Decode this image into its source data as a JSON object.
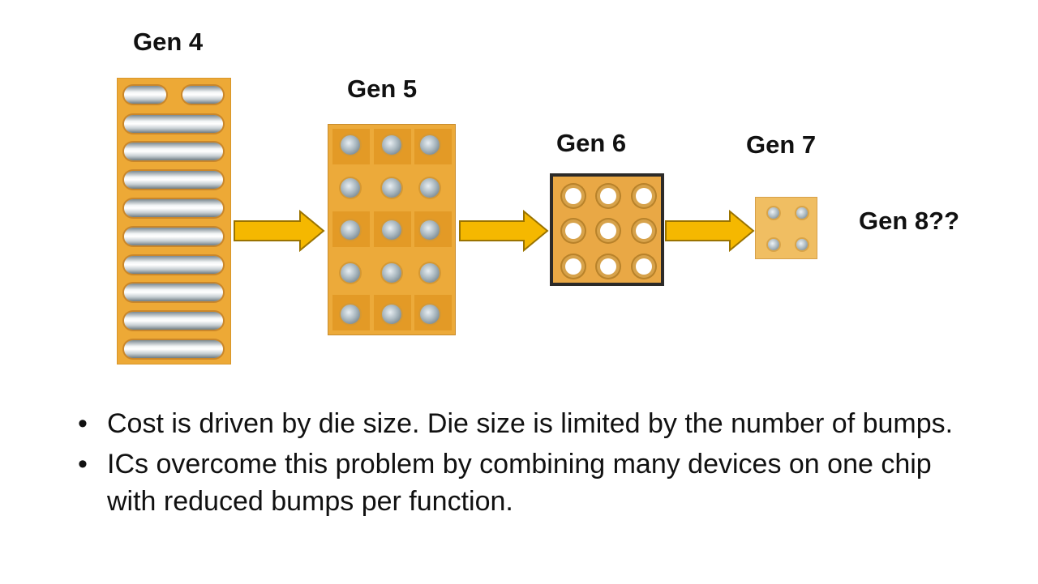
{
  "labels": {
    "gen4": "Gen 4",
    "gen5": "Gen 5",
    "gen6": "Gen 6",
    "gen7": "Gen 7",
    "gen8": "Gen 8??"
  },
  "bullets": [
    "Cost is driven by die size.  Die size is limited by the number of bumps.",
    "ICs overcome this problem by combining many devices on one chip with reduced bumps per function."
  ],
  "bullet_glyph": "•",
  "colors": {
    "die": "#eda936",
    "arrow": "#f5b800",
    "arrow_stroke": "#9a7300"
  }
}
